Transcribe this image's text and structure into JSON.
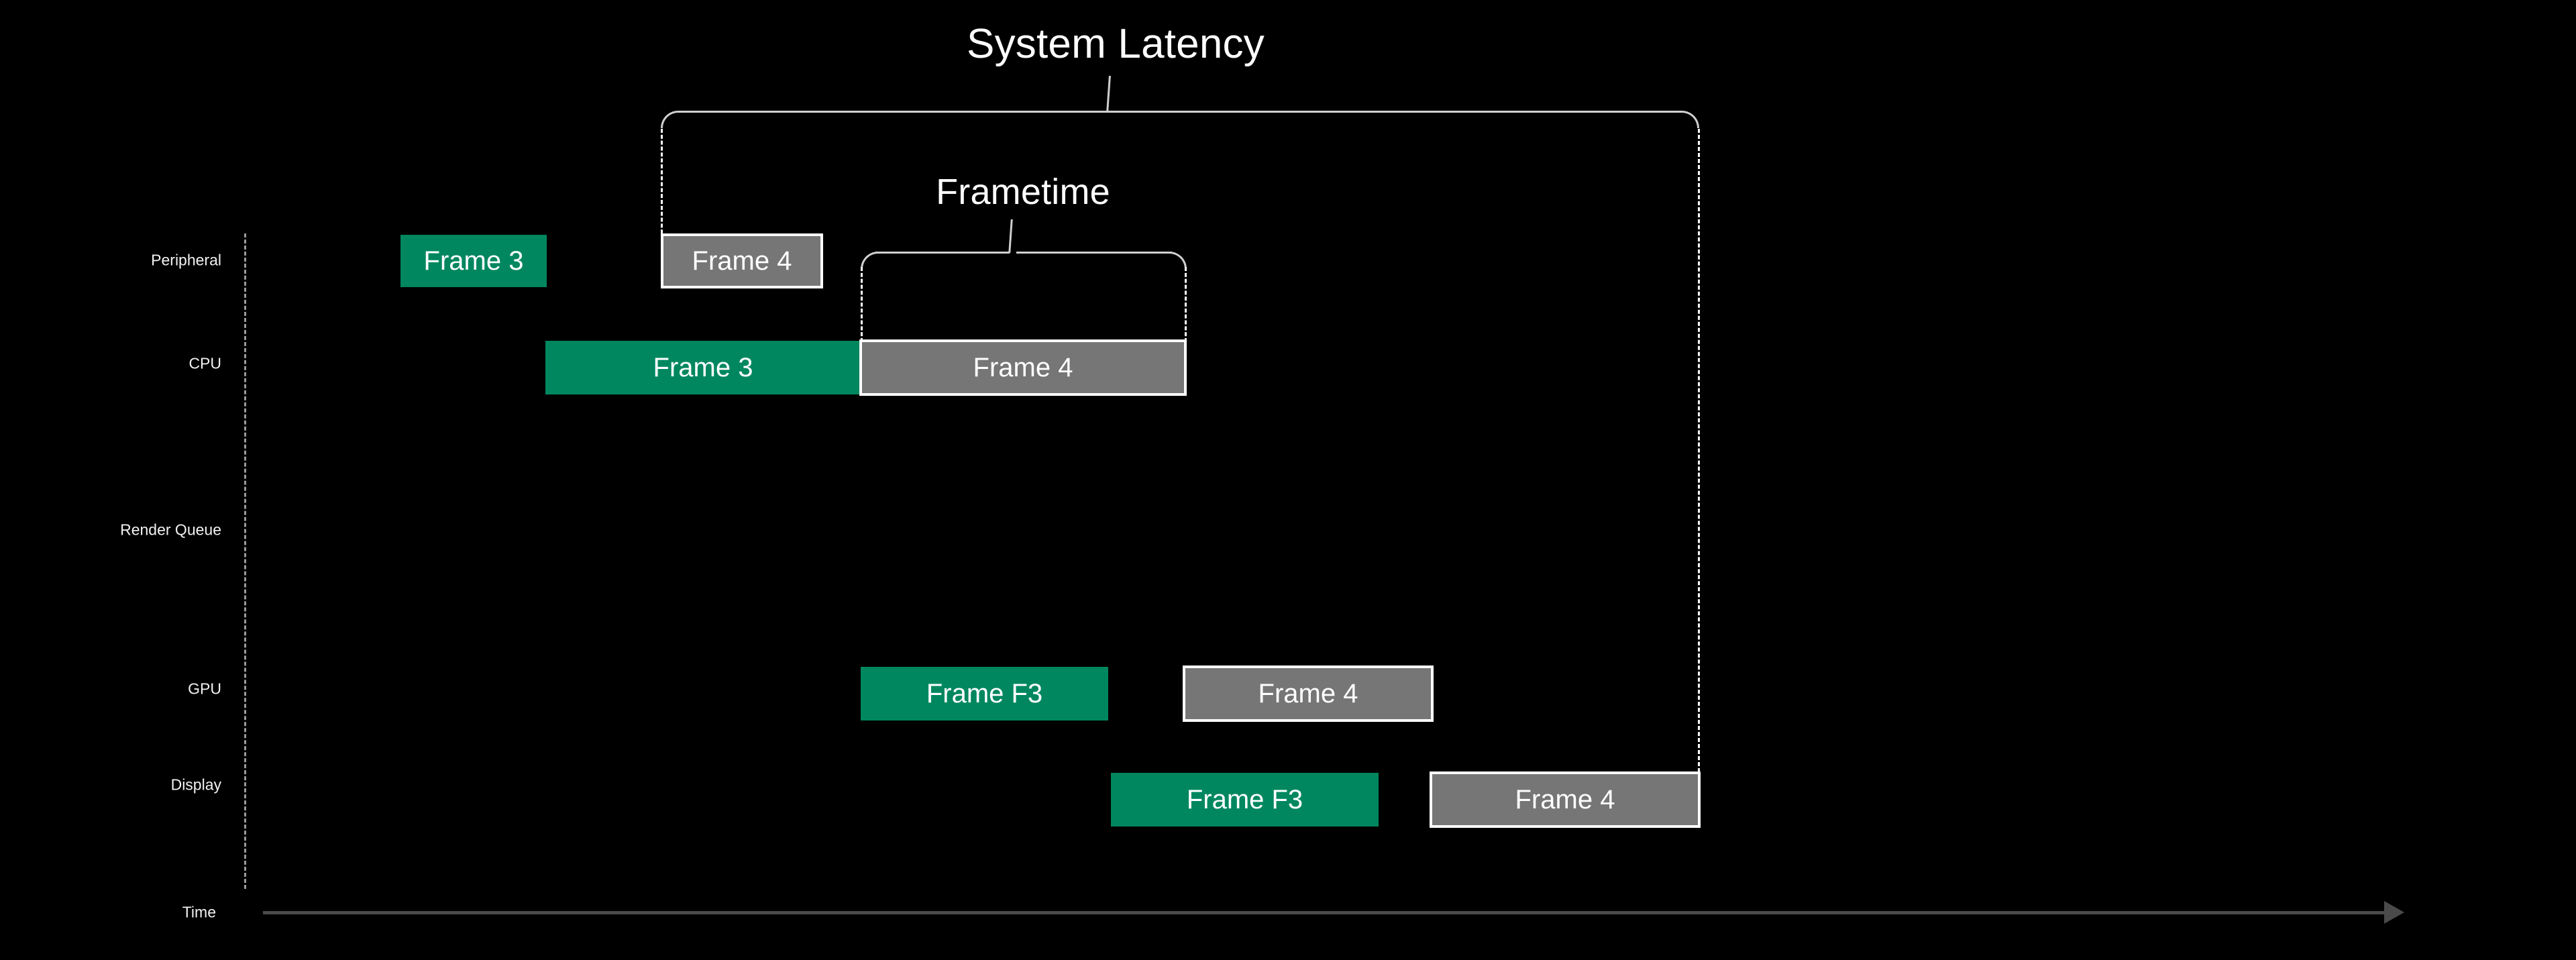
{
  "diagram": {
    "background": "#000000",
    "title_system_latency": "System Latency",
    "title_frametime": "Frametime",
    "time_axis_label": "Time",
    "colors": {
      "green": "#00875F",
      "gray": "#767676",
      "border": "#FFFFFF",
      "axis": "#9A9A9A",
      "time_arrow": "#4A4A4A",
      "text": "#FFFFFF"
    }
  },
  "rows": [
    {
      "id": "peripheral",
      "label": "Peripheral"
    },
    {
      "id": "cpu",
      "label": "CPU"
    },
    {
      "id": "render-queue",
      "label": "Render Queue"
    },
    {
      "id": "gpu",
      "label": "GPU"
    },
    {
      "id": "display",
      "label": "Display"
    }
  ],
  "bars": [
    {
      "row": "peripheral",
      "label": "Frame 3",
      "style": "green"
    },
    {
      "row": "peripheral",
      "label": "Frame 4",
      "style": "gray"
    },
    {
      "row": "cpu",
      "label": "Frame 3",
      "style": "green"
    },
    {
      "row": "cpu",
      "label": "Frame 4",
      "style": "gray"
    },
    {
      "row": "gpu",
      "label": "Frame F3",
      "style": "green"
    },
    {
      "row": "gpu",
      "label": "Frame 4",
      "style": "gray"
    },
    {
      "row": "display",
      "label": "Frame F3",
      "style": "green"
    },
    {
      "row": "display",
      "label": "Frame 4",
      "style": "gray"
    }
  ],
  "chart_data": {
    "type": "bar",
    "title": "System Latency",
    "subtitle": "Frametime",
    "xlabel": "Time",
    "ylabel": "",
    "grid": false,
    "legend": "none",
    "orientation": "horizontal-timeline",
    "lanes": [
      "Peripheral",
      "CPU",
      "Render Queue",
      "GPU",
      "Display"
    ],
    "series": [
      {
        "name": "Frame 3 / F3",
        "color": "#00875F",
        "values": [
          {
            "lane": "Peripheral",
            "label": "Frame 3",
            "start": 597,
            "end": 815
          },
          {
            "lane": "CPU",
            "label": "Frame 3",
            "start": 813,
            "end": 1283
          },
          {
            "lane": "GPU",
            "label": "Frame F3",
            "start": 1283,
            "end": 1652
          },
          {
            "lane": "Display",
            "label": "Frame F3",
            "start": 1656,
            "end": 2055
          }
        ]
      },
      {
        "name": "Frame 4",
        "color": "#767676",
        "values": [
          {
            "lane": "Peripheral",
            "label": "Frame 4",
            "start": 985,
            "end": 1227
          },
          {
            "lane": "CPU",
            "label": "Frame 4",
            "start": 1283,
            "end": 1768
          },
          {
            "lane": "GPU",
            "label": "Frame 4",
            "start": 1765,
            "end": 2135
          },
          {
            "lane": "Display",
            "label": "Frame 4",
            "start": 2133,
            "end": 2533
          }
        ]
      }
    ],
    "annotations": [
      {
        "label": "System Latency",
        "span_start": 985,
        "span_end": 2533
      },
      {
        "label": "Frametime",
        "span_start": 1283,
        "span_end": 1768
      }
    ]
  }
}
